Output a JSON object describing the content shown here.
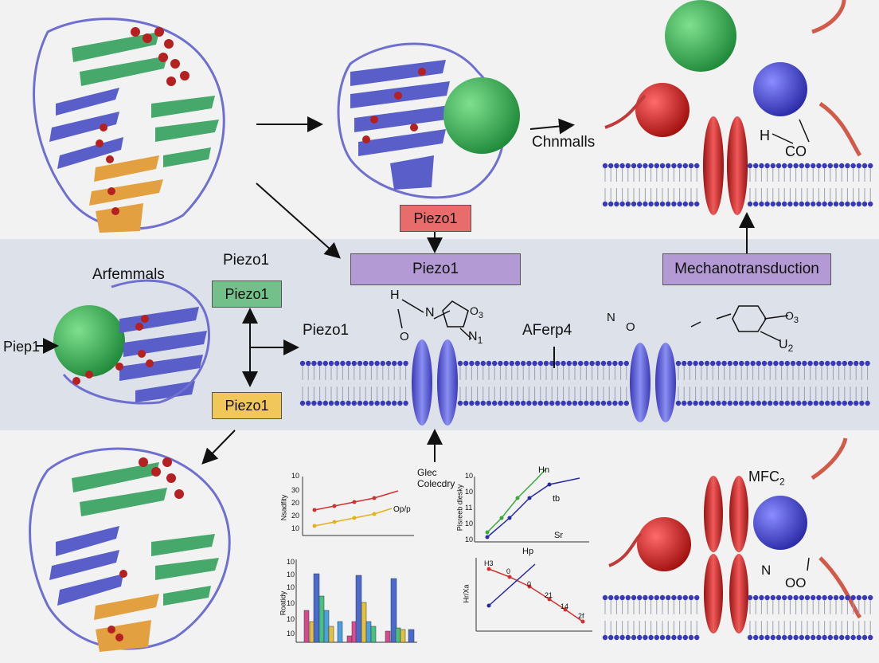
{
  "boxes": {
    "piezo1_top": "Piezo1",
    "piezo1_center": "Piezo1",
    "mechanotransduction": "Mechanotransduction",
    "piezo1_green": "Piezo1",
    "piezo1_yellow": "Piezo1"
  },
  "labels": {
    "chnmalls": "Chnmalls",
    "arfemmals": "Arfemmals",
    "piezo1_above_green": "Piezo1",
    "piep1": "Piep1",
    "piezo1_arrow": "Piezo1",
    "aferp4": "AFerp4",
    "glec": "Glec",
    "colecdry": "Colecdry",
    "mfc2": "MFC",
    "mfc2_sub": "2"
  },
  "chem": {
    "h_top": "H",
    "n_left": "N",
    "o3_ring": "O",
    "o3_sub": "3",
    "n1": "N",
    "n1_sub": "1",
    "o_left": "O",
    "no_mid": "N",
    "o_mid": "O",
    "h_co": "H",
    "co": "CO",
    "o3_right": "O",
    "o3_right_sub": "3",
    "u2": "U",
    "u2_sub": "2",
    "n_co_bottom": "N",
    "oo_bottom": "OO"
  },
  "mini_charts": {
    "chart1": {
      "ylabel": "Nsadfity",
      "series_label": "Op/p",
      "ticks": [
        "10",
        "30",
        "20",
        "20",
        "10"
      ]
    },
    "chart2": {
      "ylabel": "Pisreeb dlesky",
      "labels": [
        "Hn",
        "tb",
        "Sr"
      ],
      "xlabel": "Hp",
      "ticks": [
        "10",
        "10",
        "11",
        "10",
        "10"
      ]
    },
    "chart3": {
      "ylabel": "Roatidy",
      "ticks": [
        "10",
        "10",
        "10",
        "10",
        "10",
        "10"
      ]
    },
    "chart4": {
      "ylabel": "Hr/Xa",
      "labels": [
        "H3",
        "0",
        "0",
        "21",
        "14",
        "2f"
      ]
    }
  },
  "colors": {
    "blue_protein": "#5a5ec8",
    "green_protein": "#46a86a",
    "orange_strand": "#e2a040",
    "red_atom": "#b52020",
    "membrane_head": "#3a3ab8",
    "box_red": "#e86c6c",
    "box_purple": "#b39ad4",
    "box_green": "#74c08a",
    "box_yellow": "#f2c75a"
  }
}
